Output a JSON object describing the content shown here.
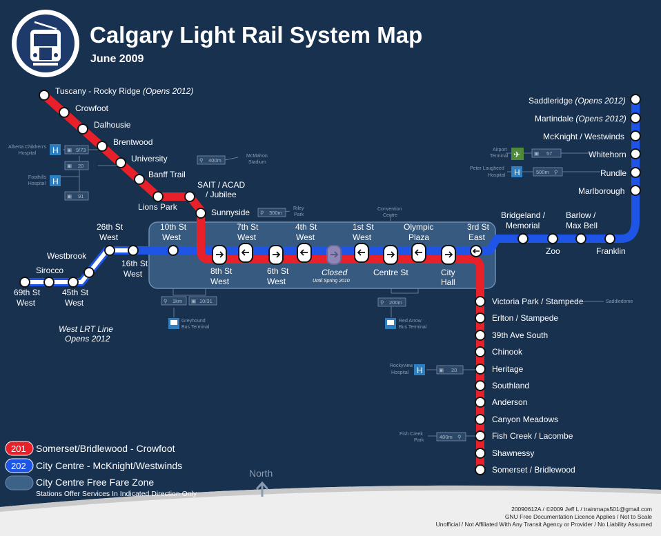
{
  "title": "Calgary Light Rail System Map",
  "subtitle": "June 2009",
  "colors": {
    "background": "#17314f",
    "red": "#e8202a",
    "blue": "#1f55e6",
    "zone": "#3d6288"
  },
  "stations": {
    "tuscany": "Tuscany - Rocky Ridge",
    "tuscany_note": "(Opens 2012)",
    "crowfoot": "Crowfoot",
    "dalhousie": "Dalhousie",
    "brentwood": "Brentwood",
    "university": "University",
    "banff_trail": "Banff Trail",
    "lions_park": "Lions Park",
    "sait_1": "SAIT / ACAD",
    "sait_2": "/ Jubilee",
    "sunnyside": "Sunnyside",
    "tenth_1": "10th St",
    "tenth_2": "West",
    "seventh_1": "7th St",
    "seventh_2": "West",
    "fourth_1": "4th St",
    "fourth_2": "West",
    "first_1": "1st St",
    "first_2": "West",
    "olympic_1": "Olympic",
    "olympic_2": "Plaza",
    "third_1": "3rd St",
    "third_2": "East",
    "eighth_1": "8th St",
    "eighth_2": "West",
    "sixth_1": "6th St",
    "sixth_2": "West",
    "closed": "Closed",
    "closed_note": "Until Spring 2010",
    "centre_st": "Centre St",
    "city_hall_1": "City",
    "city_hall_2": "Hall",
    "bridgeland_1": "Bridgeland /",
    "bridgeland_2": "Memorial",
    "zoo": "Zoo",
    "barlow_1": "Barlow /",
    "barlow_2": "Max Bell",
    "franklin": "Franklin",
    "marlborough": "Marlborough",
    "rundle": "Rundle",
    "whitehorn": "Whitehorn",
    "mcknight": "McKnight / Westwinds",
    "martindale": "Martindale",
    "martindale_note": "(Opens 2012)",
    "saddleridge": "Saddleridge",
    "saddleridge_note": "(Opens 2012)",
    "victoria_park": "Victoria Park / Stampede",
    "erlton": "Erlton / Stampede",
    "ave39": "39th Ave South",
    "chinook": "Chinook",
    "heritage": "Heritage",
    "southland": "Southland",
    "anderson": "Anderson",
    "canyon_meadows": "Canyon Meadows",
    "fish_creek": "Fish Creek / Lacombe",
    "shawnessy": "Shawnessy",
    "somerset": "Somerset / Bridlewood",
    "westbrook": "Westbrook",
    "sirocco": "Sirocco",
    "st69_1": "69th St",
    "st69_2": "West",
    "st45_1": "45th St",
    "st45_2": "West",
    "st26_1": "26th St",
    "st26_2": "West",
    "st16_1": "16th St",
    "st16_2": "West"
  },
  "west_line_1": "West LRT Line",
  "west_line_2": "Opens 2012",
  "connections": {
    "alberta_childrens_1": "Alberta Children's",
    "alberta_childrens_2": "Hospital",
    "bus_973": "9/73",
    "bus_20a": "20",
    "foothills_1": "Foothills",
    "foothills_2": "Hospital",
    "bus_91": "91",
    "mcmahon_1": "McMahon",
    "mcmahon_2": "Stadium",
    "walk_400a": "400m",
    "riley_1": "Riley",
    "riley_2": "Park",
    "walk_300": "300m",
    "convention_1": "Convention",
    "convention_2": "Centre",
    "walk_1km": "1km",
    "bus_1031": "10/31",
    "greyhound_1": "Greyhound",
    "greyhound_2": "Bus Terminal",
    "walk_200": "200m",
    "redarrow_1": "Red Arrow",
    "redarrow_2": "Bus Terminal",
    "airport_1": "Airport",
    "airport_2": "Terminal",
    "bus_57": "57",
    "peter_1": "Peter Lougheed",
    "peter_2": "Hospital",
    "walk_500": "500m",
    "saddledome": "Saddledome",
    "rockyview_1": "Rockyview",
    "rockyview_2": "Hospital",
    "bus_20b": "20",
    "fishcreek_park_1": "Fish Creek",
    "fishcreek_park_2": "Park",
    "walk_400b": "400m"
  },
  "legend": {
    "route_201_num": "201",
    "route_201_name": "Somerset/Bridlewood - Crowfoot",
    "route_202_num": "202",
    "route_202_name": "City Centre - McKnight/Westwinds",
    "zone_name": "City Centre Free Fare Zone",
    "zone_note": "Stations Offer Services In Indicated Direction Only"
  },
  "north_label": "North",
  "footer": {
    "line1": "20090612A / ©2009 Jeff L / trainmaps501@gmail.com",
    "line2": "GNU Free Documentation Licence Applies / Not to Scale",
    "line3": "Unofficial / Not Affiliated With Any Transit Agency or Provider / No Liability Assumed"
  }
}
